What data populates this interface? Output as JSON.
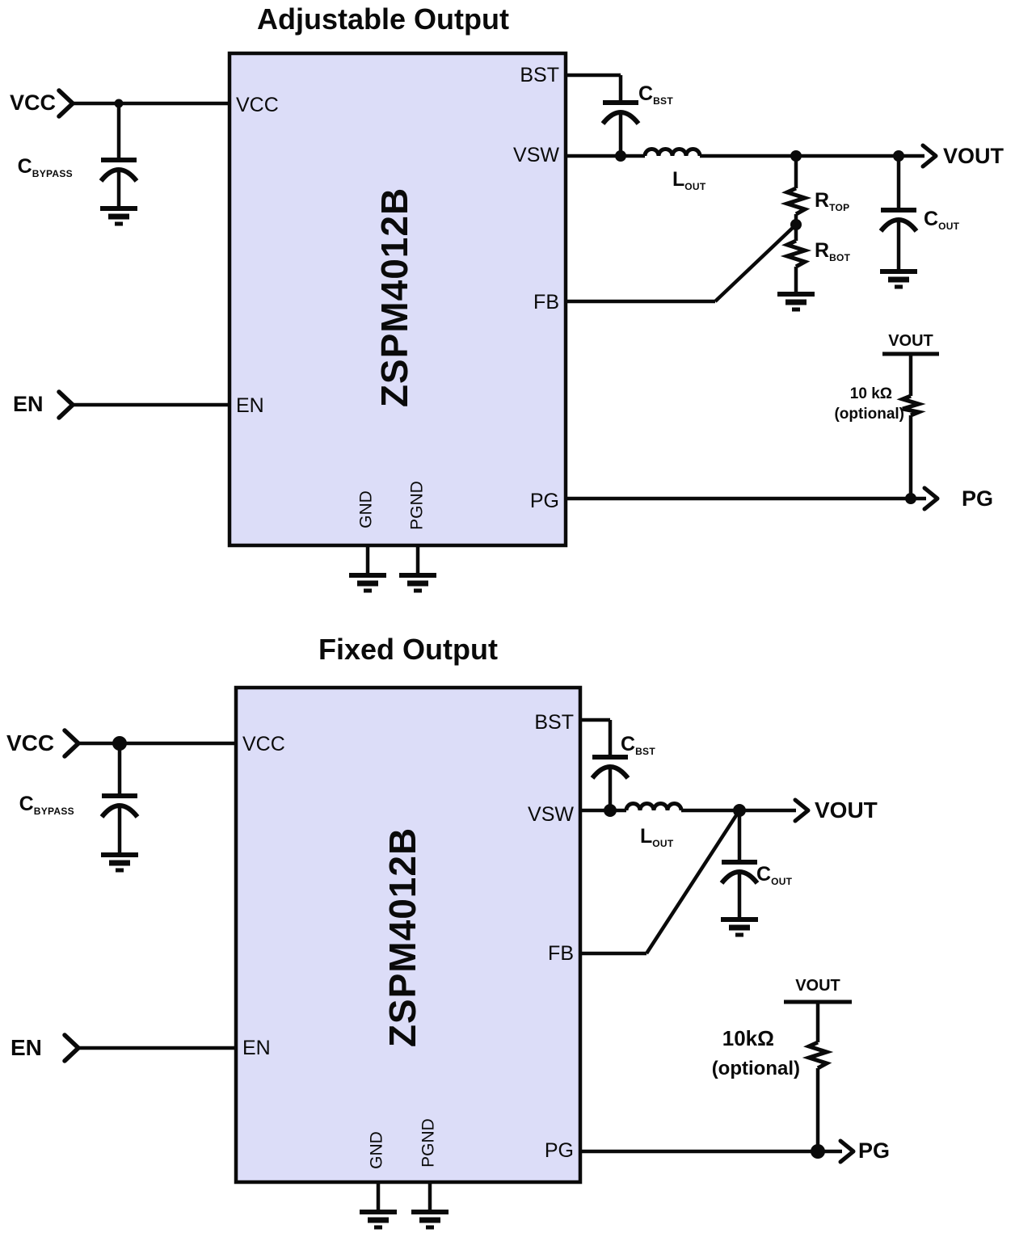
{
  "palette": {
    "background": "#ffffff",
    "ic_fill": "#dcddf8",
    "ink": "#0a0a0a"
  },
  "adjustable": {
    "title": "Adjustable Output",
    "ic": {
      "name": "ZSPM4012B",
      "pin_vcc": "VCC",
      "pin_en": "EN",
      "pin_bst": "BST",
      "pin_vsw": "VSW",
      "pin_fb": "FB",
      "pin_pg": "PG",
      "pin_gnd": "GND",
      "pin_pgnd": "PGND"
    },
    "inputs": {
      "vcc": "VCC",
      "en": "EN"
    },
    "components": {
      "c_bypass": {
        "main": "C",
        "sub": "BYPASS"
      },
      "c_bst": {
        "main": "C",
        "sub": "BST"
      },
      "l_out": {
        "main": "L",
        "sub": "OUT"
      },
      "c_out": {
        "main": "C",
        "sub": "OUT"
      },
      "r_top": {
        "main": "R",
        "sub": "TOP"
      },
      "r_bot": {
        "main": "R",
        "sub": "BOT"
      }
    },
    "outputs": {
      "vout": "VOUT",
      "pg": "PG"
    },
    "pullup": {
      "rail": "VOUT",
      "value": "10 kΩ",
      "note": "(optional)"
    }
  },
  "fixed": {
    "title": "Fixed Output",
    "ic": {
      "name": "ZSPM4012B",
      "pin_vcc": "VCC",
      "pin_en": "EN",
      "pin_bst": "BST",
      "pin_vsw": "VSW",
      "pin_fb": "FB",
      "pin_pg": "PG",
      "pin_gnd": "GND",
      "pin_pgnd": "PGND"
    },
    "inputs": {
      "vcc": "VCC",
      "en": "EN"
    },
    "components": {
      "c_bypass": {
        "main": "C",
        "sub": "BYPASS"
      },
      "c_bst": {
        "main": "C",
        "sub": "BST"
      },
      "l_out": {
        "main": "L",
        "sub": "OUT"
      },
      "c_out": {
        "main": "C",
        "sub": "OUT"
      }
    },
    "outputs": {
      "vout": "VOUT",
      "pg": "PG"
    },
    "pullup": {
      "rail": "VOUT",
      "value": "10kΩ",
      "note": "(optional)"
    }
  }
}
